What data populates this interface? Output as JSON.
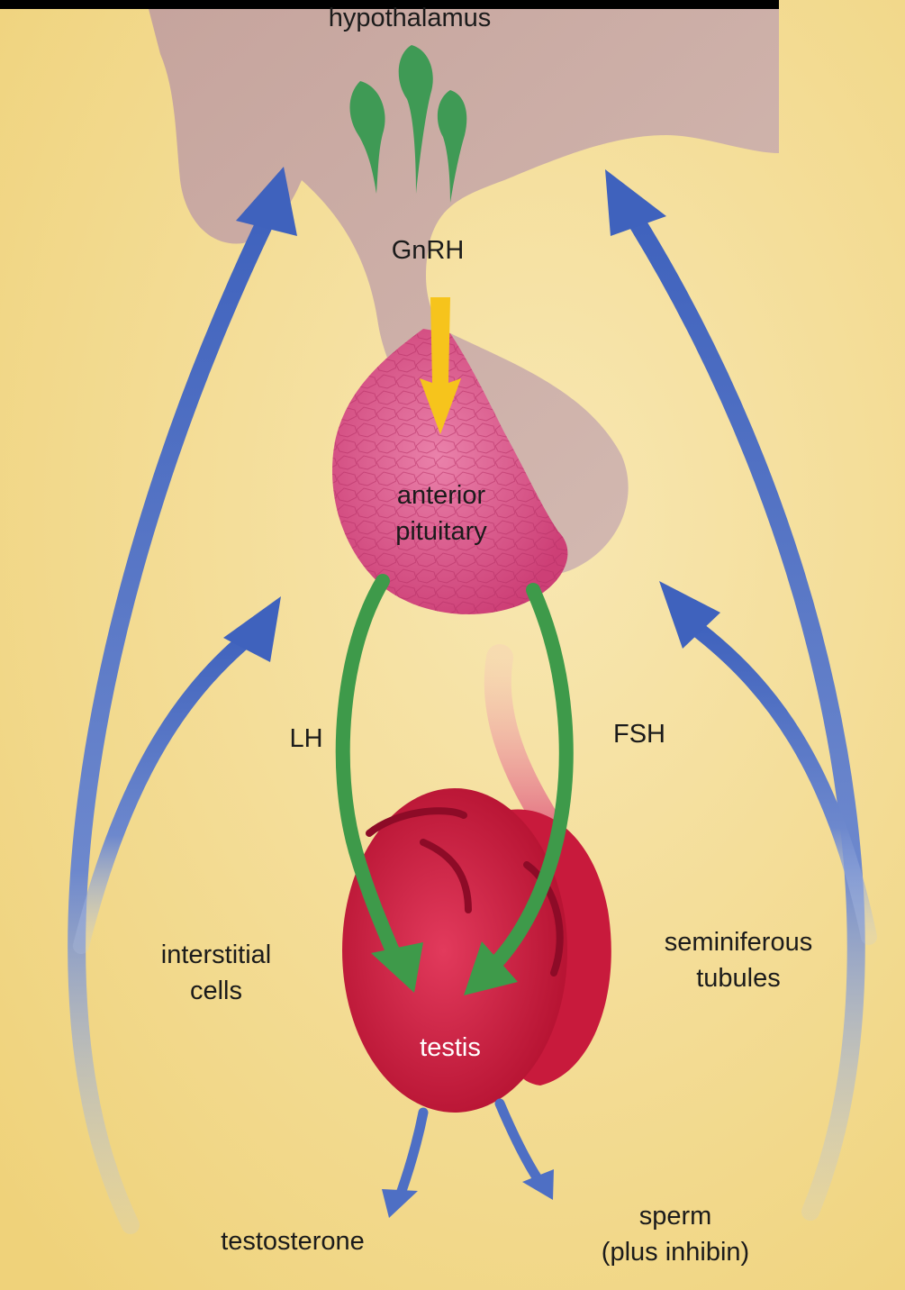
{
  "labels": {
    "hypothalamus": "hypothalamus",
    "gnrh": "GnRH",
    "anterior_pituitary": [
      "anterior",
      "pituitary"
    ],
    "lh": "LH",
    "fsh": "FSH",
    "interstitial_cells": [
      "interstitial",
      "cells"
    ],
    "seminiferous_tubules": [
      "seminiferous",
      "tubules"
    ],
    "testis": "testis",
    "testosterone": "testosterone",
    "sperm": [
      "sperm",
      "(plus inhibin)"
    ]
  },
  "colors": {
    "background": "#f3dc92",
    "brain_tissue": "#c9aea6",
    "pituitary": "#d9578b",
    "testis": "#d51c45",
    "neuron_green": "#3f9a55",
    "hormone_arrow_green": "#3e9a4a",
    "feedback_arrow_blue": "#4e6fc4",
    "gnrh_arrow_yellow": "#f6c41c"
  }
}
